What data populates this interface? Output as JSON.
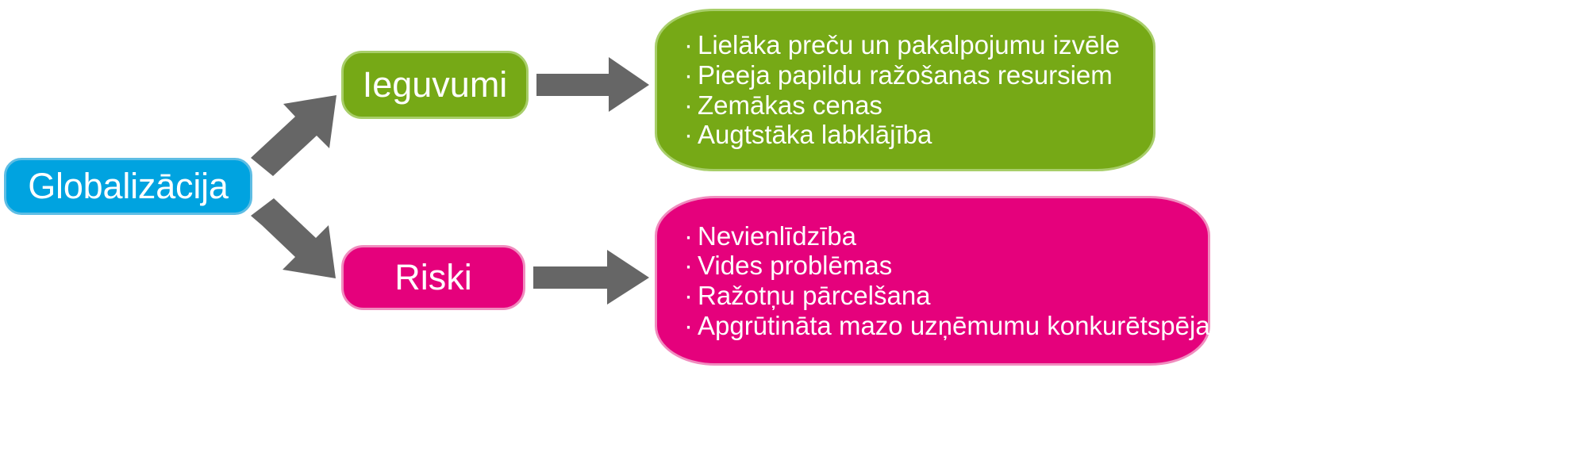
{
  "diagram": {
    "root": {
      "label": "Globalizācija",
      "color": "#00A3E0",
      "border_color": "#5EBDE4"
    },
    "branches": [
      {
        "key": "benefits",
        "label": "Ieguvumi",
        "color": "#76A916",
        "border_color": "#A8CE6A",
        "bullet": "·",
        "items": [
          "Lielāka preču un pakalpojumu izvēle",
          "Pieeja papildu ražošanas resursiem",
          "Zemākas cenas",
          "Augtstāka labklājība"
        ]
      },
      {
        "key": "risks",
        "label": "Riski",
        "color": "#E5017C",
        "border_color": "#F08CBE",
        "bullet": "·",
        "items": [
          "Nevienlīdzība",
          "Vides problēmas",
          "Ražotņu pārcelšana",
          "Apgrūtināta mazo uzņēmumu konkurētspēja"
        ]
      }
    ],
    "connectors": {
      "color": "#666666",
      "items": [
        {
          "name": "root-to-benefits",
          "direction": "up-right"
        },
        {
          "name": "root-to-risks",
          "direction": "down-right"
        },
        {
          "name": "benefits-to-detail",
          "direction": "right"
        },
        {
          "name": "risks-to-detail",
          "direction": "right"
        }
      ]
    }
  }
}
